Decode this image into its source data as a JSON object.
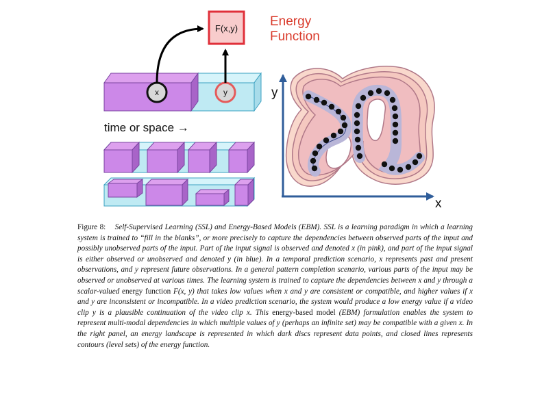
{
  "figure": {
    "energy_box_label": "F(x,y)",
    "energy_title_line1": "Energy",
    "energy_title_line2": "Function",
    "x_disc_label": "x",
    "y_disc_label": "y",
    "time_label": "time or space →",
    "axis_y_label": "y",
    "axis_x_label": "x",
    "colors": {
      "observed": "#cc88e8",
      "unobserved": "#bfeaf3",
      "energy_box_fill": "#f8cccc",
      "energy_box_border": "#e0303a",
      "energy_title": "#d93a2b",
      "axis": "#2f5d9a",
      "landscape_outer": "#f9d8cc"
    }
  },
  "caption": {
    "label": "Figure 8:",
    "p1": "Self-Supervised Learning (SSL) and Energy-Based Models (EBM). SSL is a learning paradigm in which a learning system is trained to “fill in the blanks”, or more precisely to capture the dependencies between observed parts of the input and possibly unobserved parts of the input. Part of the input signal is observed and denoted x (in pink), and part of the input signal is either observed or unobserved and denoted y (in blue). In a temporal prediction scenario, x represents past and present observations, and y represent future observations. In a general pattern completion scenario, various parts of the input may be observed or unobserved at various times. The learning system is trained to capture the dependencies between x and y through a scalar-valued",
    "p2": "energy function",
    "p3": "F(x, y) that takes low values when x and y are consistent or compatible, and higher values if x and y are inconsistent or incompatible. In a video prediction scenario, the system would produce a low energy value if a video clip y is a plausible continuation of the video clip x. This",
    "p4": "energy-based model",
    "p5": "(EBM) formulation enables the system to represent multi-modal dependencies in which multiple values of y (perhaps an infinite set) may be compatible with a given x. In the right panel, an energy landscape is represented in which dark discs represent data points, and closed lines represents contours (level sets) of the energy function."
  }
}
